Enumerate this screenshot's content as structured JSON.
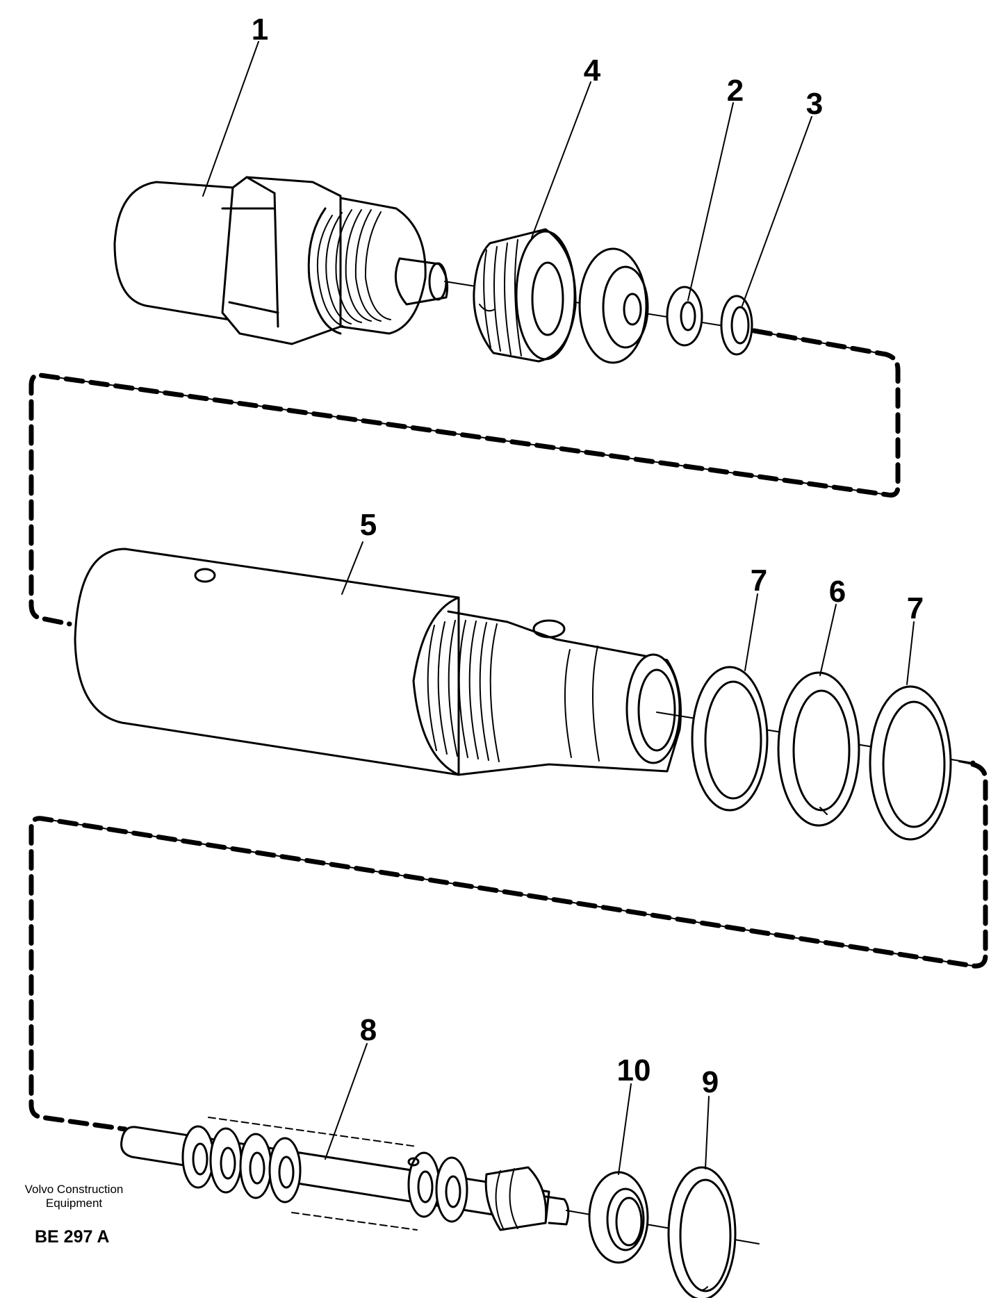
{
  "diagram": {
    "callouts": {
      "p1": "1",
      "p2": "2",
      "p3": "3",
      "p4": "4",
      "p5": "5",
      "p6": "6",
      "p7a": "7",
      "p7b": "7",
      "p8": "8",
      "p9": "9",
      "p10": "10"
    }
  },
  "caption": {
    "line1": "Volvo Construction",
    "line2": "Equipment",
    "code": "BE 297 A"
  }
}
